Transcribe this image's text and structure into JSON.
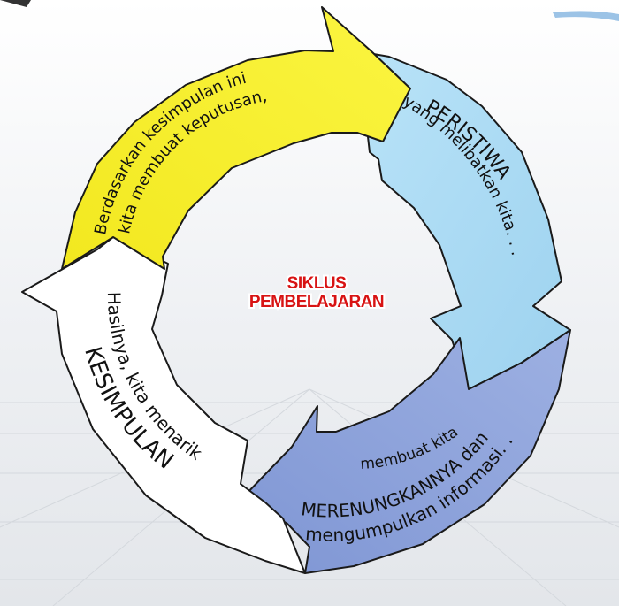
{
  "center": {
    "line1": "SIKLUS",
    "line2": "PEMBELAJARAN"
  },
  "segments": {
    "yellow": {
      "line1": "Berdasarkan kesimpulan ini",
      "line2": "kita membuat keputusan,"
    },
    "blue": {
      "line1": "PERISTIWA",
      "line2": "yang melibatkan kita. . ."
    },
    "purple": {
      "line1": "membuat kita",
      "line2": "MERENUNGKANNYA dan",
      "line3": "mengumpulkan informasi. ."
    },
    "white": {
      "line1": "Hasilnya, kita menarik",
      "line2": "KESIMPULAN"
    }
  },
  "colors": {
    "yellow": "#f7ef2a",
    "blue": "#a8d9f4",
    "purple": "#8ea4dc",
    "white": "#ffffff",
    "outline": "#1a1a1a",
    "title_red": "#d81313"
  }
}
